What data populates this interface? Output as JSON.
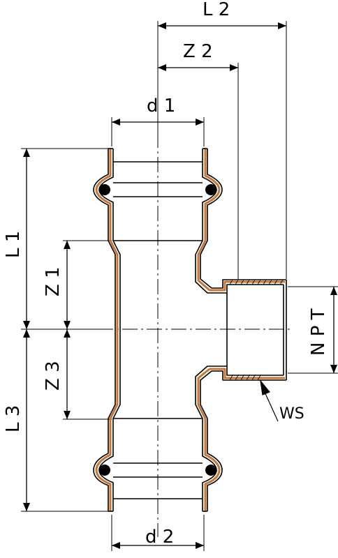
{
  "labels": {
    "L2": "L 2",
    "Z2": "Z 2",
    "d1": "d 1",
    "L1": "L 1",
    "Z1": "Z 1",
    "Z3": "Z 3",
    "L3": "L 3",
    "d2": "d 2",
    "NPT": "N P T",
    "WS": "WS"
  },
  "colors": {
    "line": "#000000",
    "wall": "#c87530",
    "background": "#ffffff"
  }
}
